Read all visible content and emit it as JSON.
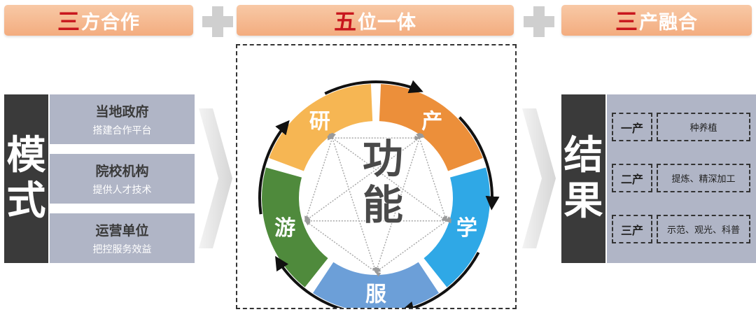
{
  "headers": [
    {
      "highlight": "三",
      "rest": "方合作"
    },
    {
      "highlight": "五",
      "rest": "位一体"
    },
    {
      "highlight": "三",
      "rest": "产融合"
    }
  ],
  "mode": {
    "label_chars": [
      "模",
      "式"
    ],
    "items": [
      {
        "title": "当地政府",
        "subtitle": "搭建合作平台"
      },
      {
        "title": "院校机构",
        "subtitle": "提供人才技术"
      },
      {
        "title": "运营单位",
        "subtitle": "把控服务效益"
      }
    ]
  },
  "center": {
    "core_chars": [
      "功",
      "能"
    ],
    "segments": [
      {
        "label": "研",
        "color": "#f6b653"
      },
      {
        "label": "产",
        "color": "#ec8f3a"
      },
      {
        "label": "学",
        "color": "#2fa8e6"
      },
      {
        "label": "服",
        "color": "#6c9fd8"
      },
      {
        "label": "游",
        "color": "#4f8a3c"
      }
    ]
  },
  "result": {
    "label_chars": [
      "结",
      "果"
    ],
    "rows": [
      {
        "label": "一产",
        "value": "种养植"
      },
      {
        "label": "二产",
        "value": "提炼、精深加工"
      },
      {
        "label": "三产",
        "value": "示范、观光、科普"
      }
    ]
  }
}
